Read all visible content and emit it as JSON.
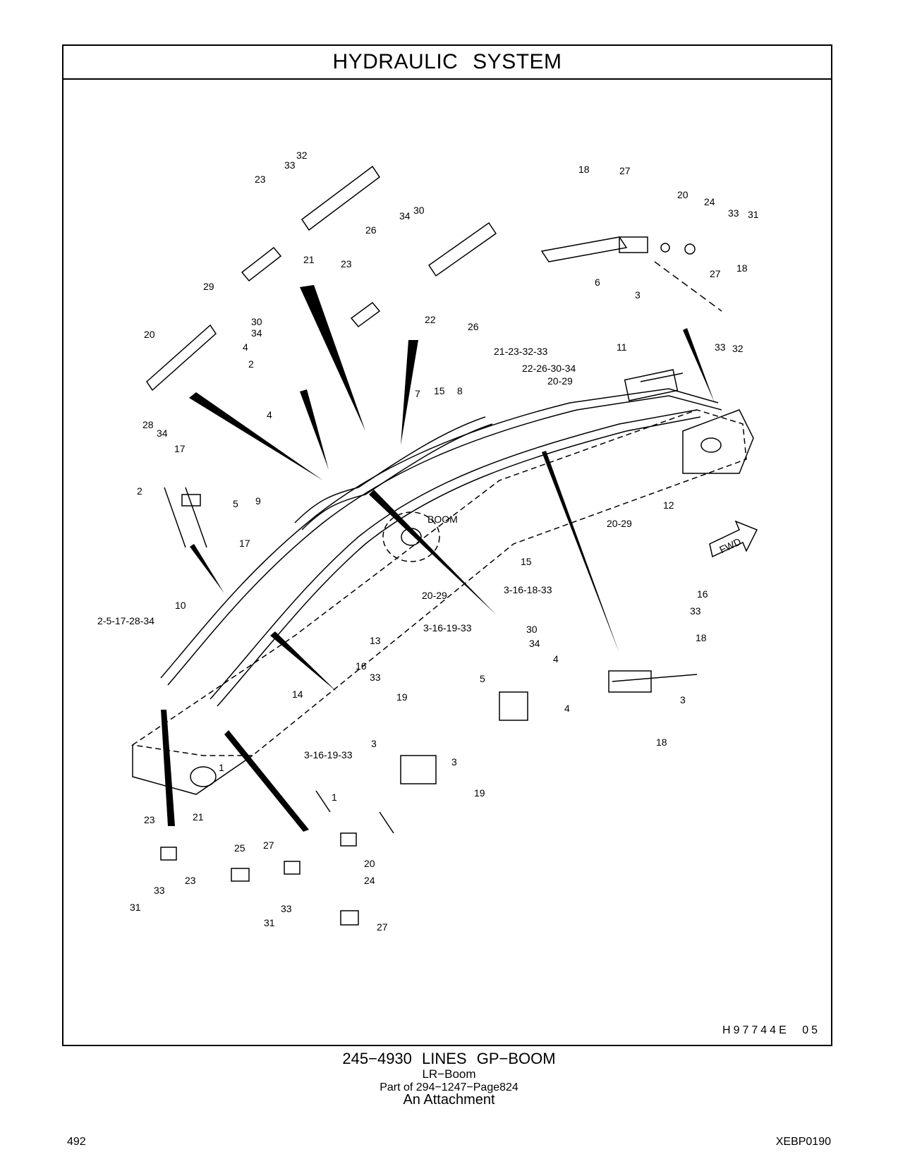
{
  "header": {
    "title": "HYDRAULIC   SYSTEM"
  },
  "figure": {
    "id": "H97744E   05",
    "callouts": [
      "32",
      "33",
      "23",
      "21",
      "23",
      "34",
      "30",
      "26",
      "22",
      "26",
      "18",
      "27",
      "20",
      "24",
      "33",
      "31",
      "27",
      "18",
      "6",
      "3",
      "33",
      "32",
      "29",
      "20",
      "30",
      "34",
      "4",
      "2",
      "4",
      "21-23-32-33",
      "22-26-30-34",
      "20-29",
      "11",
      "7",
      "15",
      "8",
      "28",
      "34",
      "17",
      "2",
      "5",
      "17",
      "9",
      "12",
      "20-29",
      "15",
      "3-16-18-33",
      "20-29",
      "10",
      "2-5-17-28-34",
      "13",
      "3-16-19-33",
      "14",
      "16",
      "33",
      "19",
      "3",
      "3",
      "19",
      "3-16-19-33",
      "30",
      "34",
      "4",
      "5",
      "4",
      "16",
      "33",
      "18",
      "3",
      "18",
      "1",
      "21",
      "23",
      "25",
      "33",
      "31",
      "23",
      "27",
      "33",
      "31",
      "1",
      "20",
      "24",
      "27"
    ],
    "boom_label": "BOOM",
    "fwd_label": "FWD"
  },
  "caption": {
    "part_title": "245−4930   LINES  GP−BOOM",
    "line2": "LR−Boom",
    "line3": "Part of 294−1247−Page824",
    "line4": "An Attachment"
  },
  "footer": {
    "page_number": "492",
    "doc_code": "XEBP0190"
  }
}
